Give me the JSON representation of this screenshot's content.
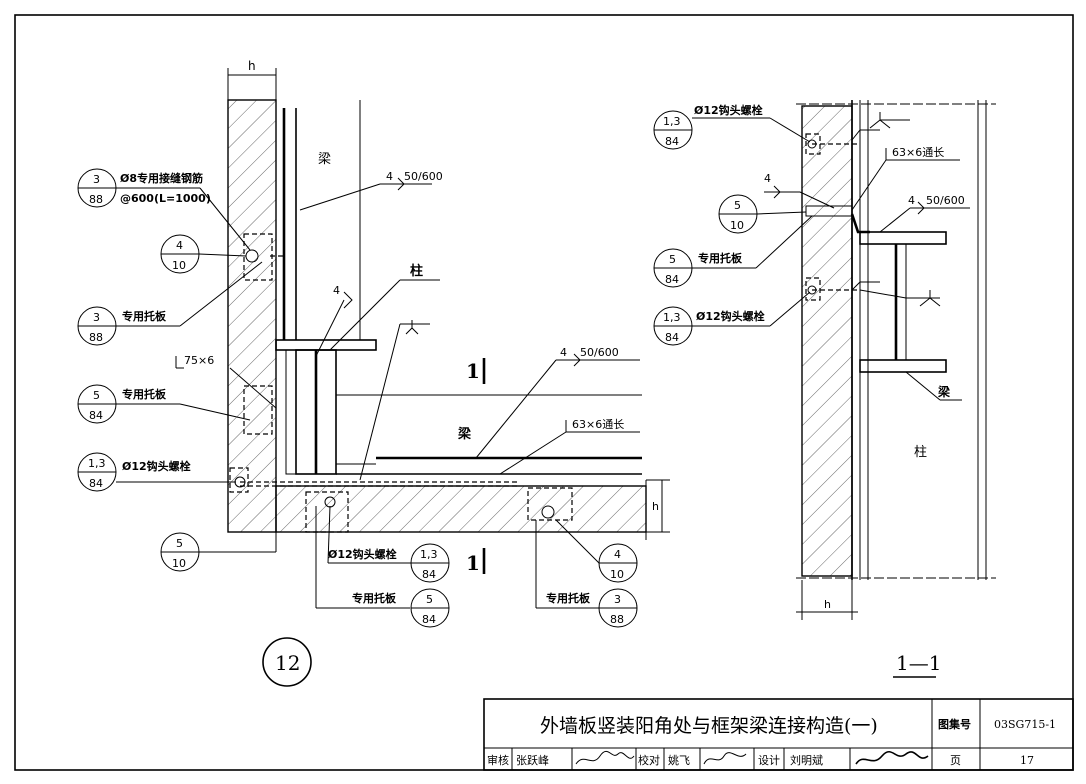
{
  "detail_12": {
    "dim_h": "h",
    "liang_top": "梁",
    "weld_top": "4",
    "weld_top_spec": "50/600",
    "ref_3_88_a": {
      "num": "3",
      "den": "88"
    },
    "rebar_line1": "Ø8专用接缝钢筋",
    "rebar_line2": "@600(L=1000)",
    "ref_4_10_a": {
      "num": "4",
      "den": "10"
    },
    "ref_3_88_b": {
      "num": "3",
      "den": "88"
    },
    "tuoban_1": "专用托板",
    "zhu": "柱",
    "weld_mid": "4",
    "angle_75": "75×6",
    "ref_5_84_a": {
      "num": "5",
      "den": "84"
    },
    "tuoban_2": "专用托板",
    "ref_13_84_a": {
      "num": "1,3",
      "den": "84"
    },
    "bolt_1": "Ø12钩头螺栓",
    "section_mark_top": "1",
    "weld_right": "4",
    "weld_right_spec": "50/600",
    "liang_mid": "梁",
    "angle_63": "63×6通长",
    "dim_h_right": "h",
    "ref_5_10_a": {
      "num": "5",
      "den": "10"
    },
    "bolt_2": "Ø12钩头螺栓",
    "ref_13_84_b": {
      "num": "1,3",
      "den": "84"
    },
    "section_mark_bottom": "1",
    "ref_4_10_b": {
      "num": "4",
      "den": "10"
    },
    "tuoban_3": "专用托板",
    "ref_5_84_b": {
      "num": "5",
      "den": "84"
    },
    "tuoban_4": "专用托板",
    "ref_3_88_c": {
      "num": "3",
      "den": "88"
    },
    "detail_no": "12"
  },
  "section_11": {
    "ref_13_84_c": {
      "num": "1,3",
      "den": "84"
    },
    "bolt_3": "Ø12钩头螺栓",
    "angle_63b": "63×6通长",
    "weld_a": "4",
    "ref_5_10_b": {
      "num": "5",
      "den": "10"
    },
    "weld_b": "4",
    "weld_b_spec": "50/600",
    "ref_5_84_c": {
      "num": "5",
      "den": "84"
    },
    "tuoban_5": "专用托板",
    "ref_13_84_d": {
      "num": "1,3",
      "den": "84"
    },
    "bolt_4": "Ø12钩头螺栓",
    "liang": "梁",
    "zhu": "柱",
    "dim_h": "h",
    "title": "1—1"
  },
  "titleblock": {
    "title": "外墙板竖装阳角处与框架梁连接构造(一)",
    "atlas_label": "图集号",
    "atlas_no": "03SG715-1",
    "review_label": "审核",
    "review_name": "张跃峰",
    "check_label": "校对",
    "check_name": "姚飞",
    "design_label": "设计",
    "design_name": "刘明斌",
    "page_label": "页",
    "page_no": "17"
  }
}
